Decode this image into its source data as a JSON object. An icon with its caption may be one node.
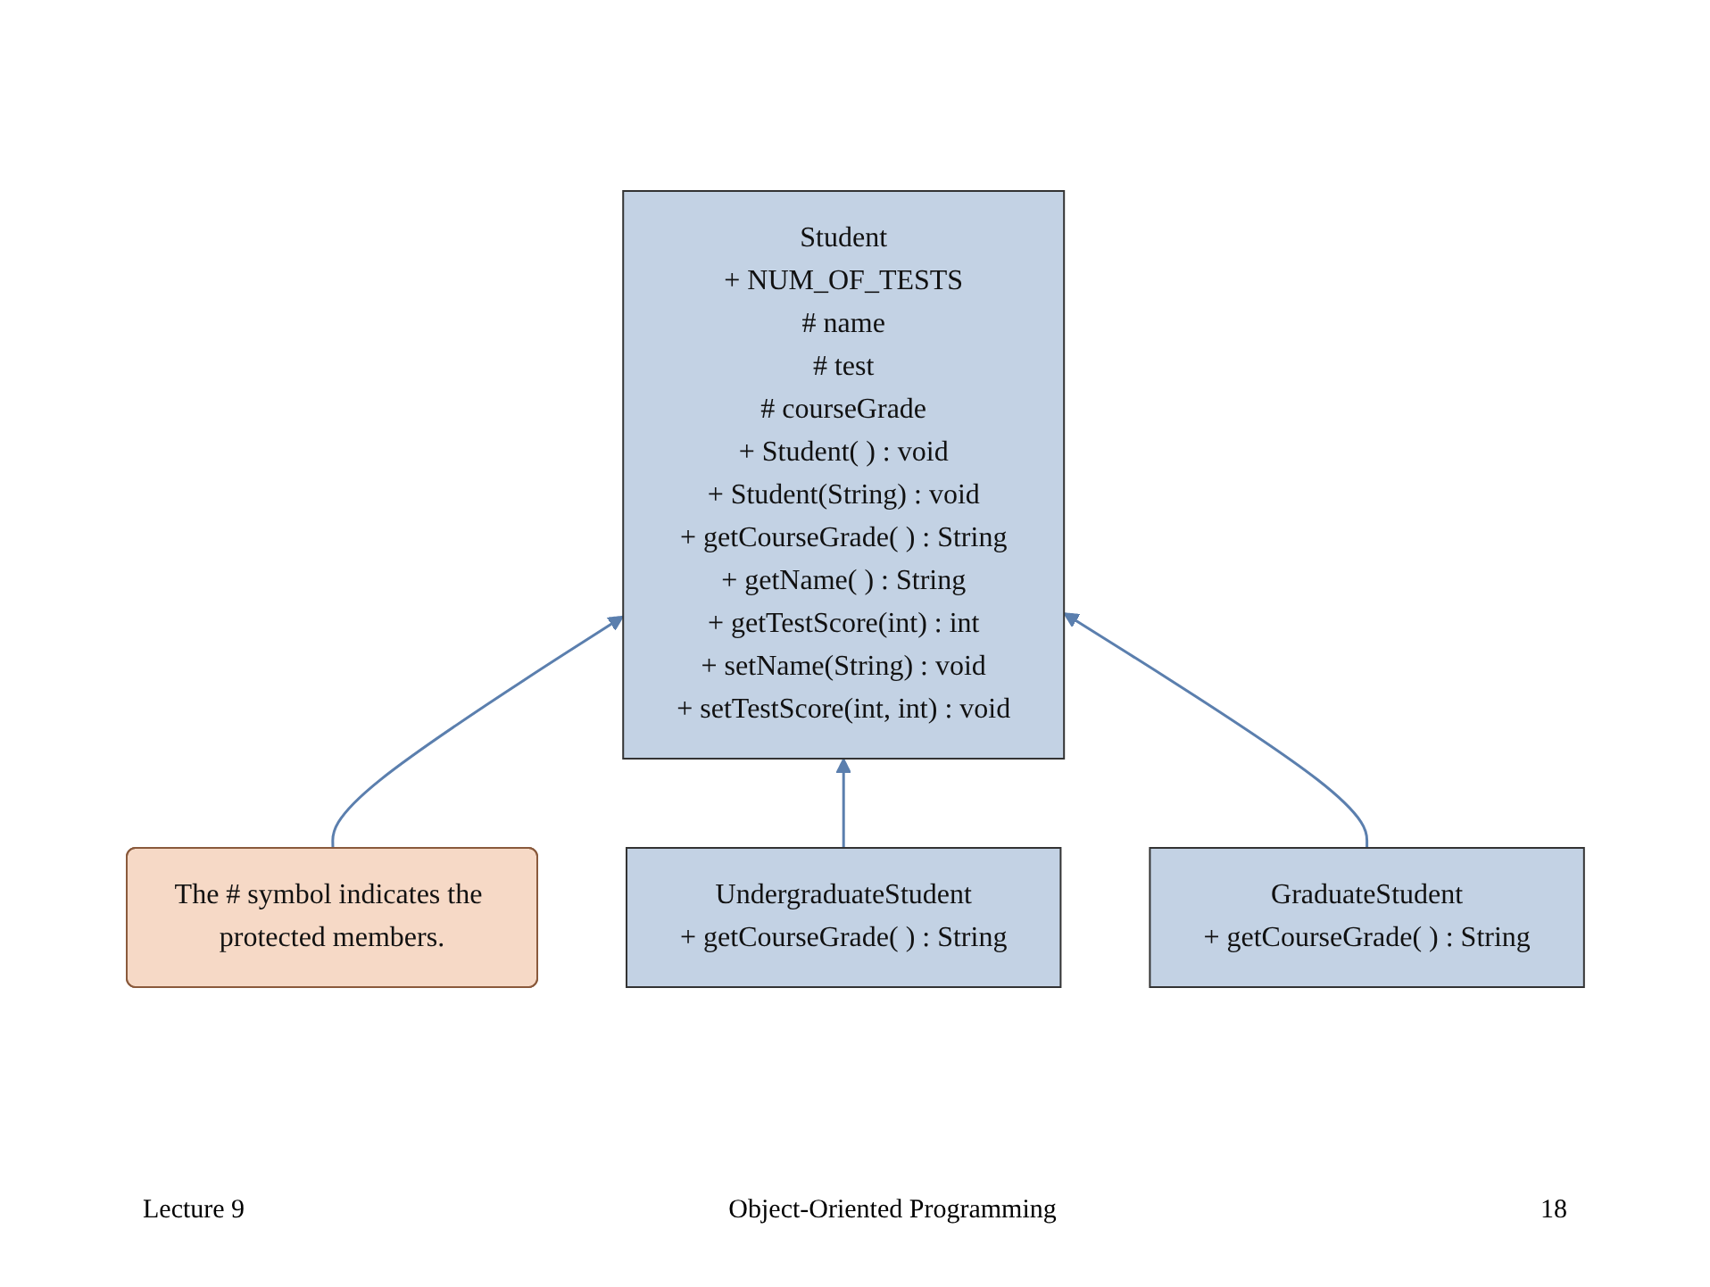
{
  "diagram": {
    "nodes": [
      {
        "text": [
          "Student",
          "+ NUM_OF_TESTS",
          "# name",
          "# test",
          "# courseGrade",
          "+ Student( ) : void",
          "+ Student(String) : void",
          "+ getCourseGrade( ) : String",
          "+ getName( ) : String",
          "+ getTestScore(int) : int",
          "+ setName(String) : void",
          "+ setTestScore(int, int) : void"
        ]
      },
      {
        "text": [
          "The # symbol indicates the protected members."
        ]
      },
      {
        "text": [
          "UndergraduateStudent",
          "+ getCourseGrade( ) : String"
        ]
      },
      {
        "text": [
          "GraduateStudent",
          "+ getCourseGrade( ) : String"
        ]
      }
    ],
    "edges": [
      {
        "from": 1,
        "to": 0,
        "arrow": "to"
      },
      {
        "from": 2,
        "to": 0,
        "arrow": "to"
      },
      {
        "from": 3,
        "to": 0,
        "arrow": "to"
      }
    ],
    "labels": [
      "Lecture 9",
      "Object-Oriented Programming",
      "18"
    ]
  }
}
